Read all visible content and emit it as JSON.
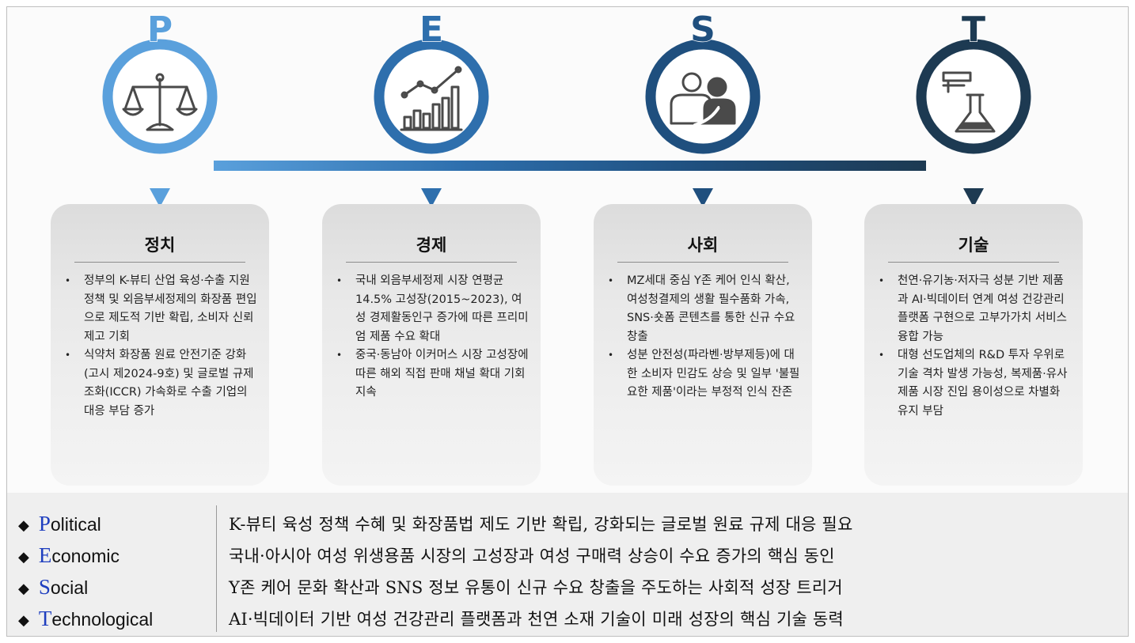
{
  "colors": {
    "political": "#5aa0dc",
    "economic": "#2e6fad",
    "social": "#1f4f7e",
    "technological": "#1d3a52",
    "icon": "#4a4a4a"
  },
  "pillars": [
    {
      "letter": "P",
      "icon": "scales-icon",
      "title": "정치",
      "bullets": [
        "정부의 K-뷰티 산업 육성·수출 지원 정책 및 외음부세정제의 화장품 편입으로 제도적 기반 확립, 소비자 신뢰 제고 기회",
        "식약처 화장품 원료 안전기준 강화(고시 제2024-9호) 및 글로벌 규제 조화(ICCR) 가속화로 수출 기업의 대응 부담 증가"
      ]
    },
    {
      "letter": "E",
      "icon": "bar-chart-icon",
      "title": "경제",
      "bullets": [
        "국내 외음부세정제 시장 연평균 14.5% 고성장(2015~2023), 여성 경제활동인구 증가에 따른 프리미엄 제품 수요 확대",
        "중국·동남아 이커머스 시장 고성장에 따른 해외 직접 판매 채널 확대 기회 지속"
      ]
    },
    {
      "letter": "S",
      "icon": "people-icon",
      "title": "사회",
      "bullets": [
        "MZ세대 중심 Y존 케어 인식 확산, 여성청결제의 생활 필수품화 가속, SNS·숏폼 콘텐츠를 통한 신규 수요 창출",
        "성분 안전성(파라벤·방부제등)에 대한 소비자 민감도 상승 및 일부 '불필요한 제품'이라는 부정적 인식 잔존"
      ]
    },
    {
      "letter": "T",
      "icon": "flask-icon",
      "title": "기술",
      "bullets": [
        "천연·유기농·저자극 성분 기반 제품과 AI·빅데이터 연계 여성 건강관리 플랫폼 구현으로 고부가가치 서비스 융합 가능",
        "대형 선도업체의 R&D 투자 우위로 기술 격차 발생 가능성, 복제품·유사 제품 시장 진입 용이성으로 차별화 유지 부담"
      ]
    }
  ],
  "summary": [
    {
      "diamond": "◆",
      "initial": "P",
      "rest": "olitical",
      "text": "K-뷰티 육성 정책 수혜 및 화장품법 제도 기반 확립, 강화되는 글로벌 원료 규제 대응 필요"
    },
    {
      "diamond": "◆",
      "initial": "E",
      "rest": "conomic",
      "text": "국내·아시아 여성 위생용품 시장의 고성장과 여성 구매력 상승이 수요 증가의 핵심 동인"
    },
    {
      "diamond": "◆",
      "initial": "S",
      "rest": "ocial",
      "text": "Y존 케어 문화 확산과 SNS 정보 유통이 신규 수요 창출을 주도하는 사회적 성장 트리거"
    },
    {
      "diamond": "◆",
      "initial": "T",
      "rest": "echnological",
      "text": "AI·빅데이터 기반 여성 건강관리 플랫폼과 천연 소재 기술이 미래 성장의 핵심 기술 동력"
    }
  ]
}
